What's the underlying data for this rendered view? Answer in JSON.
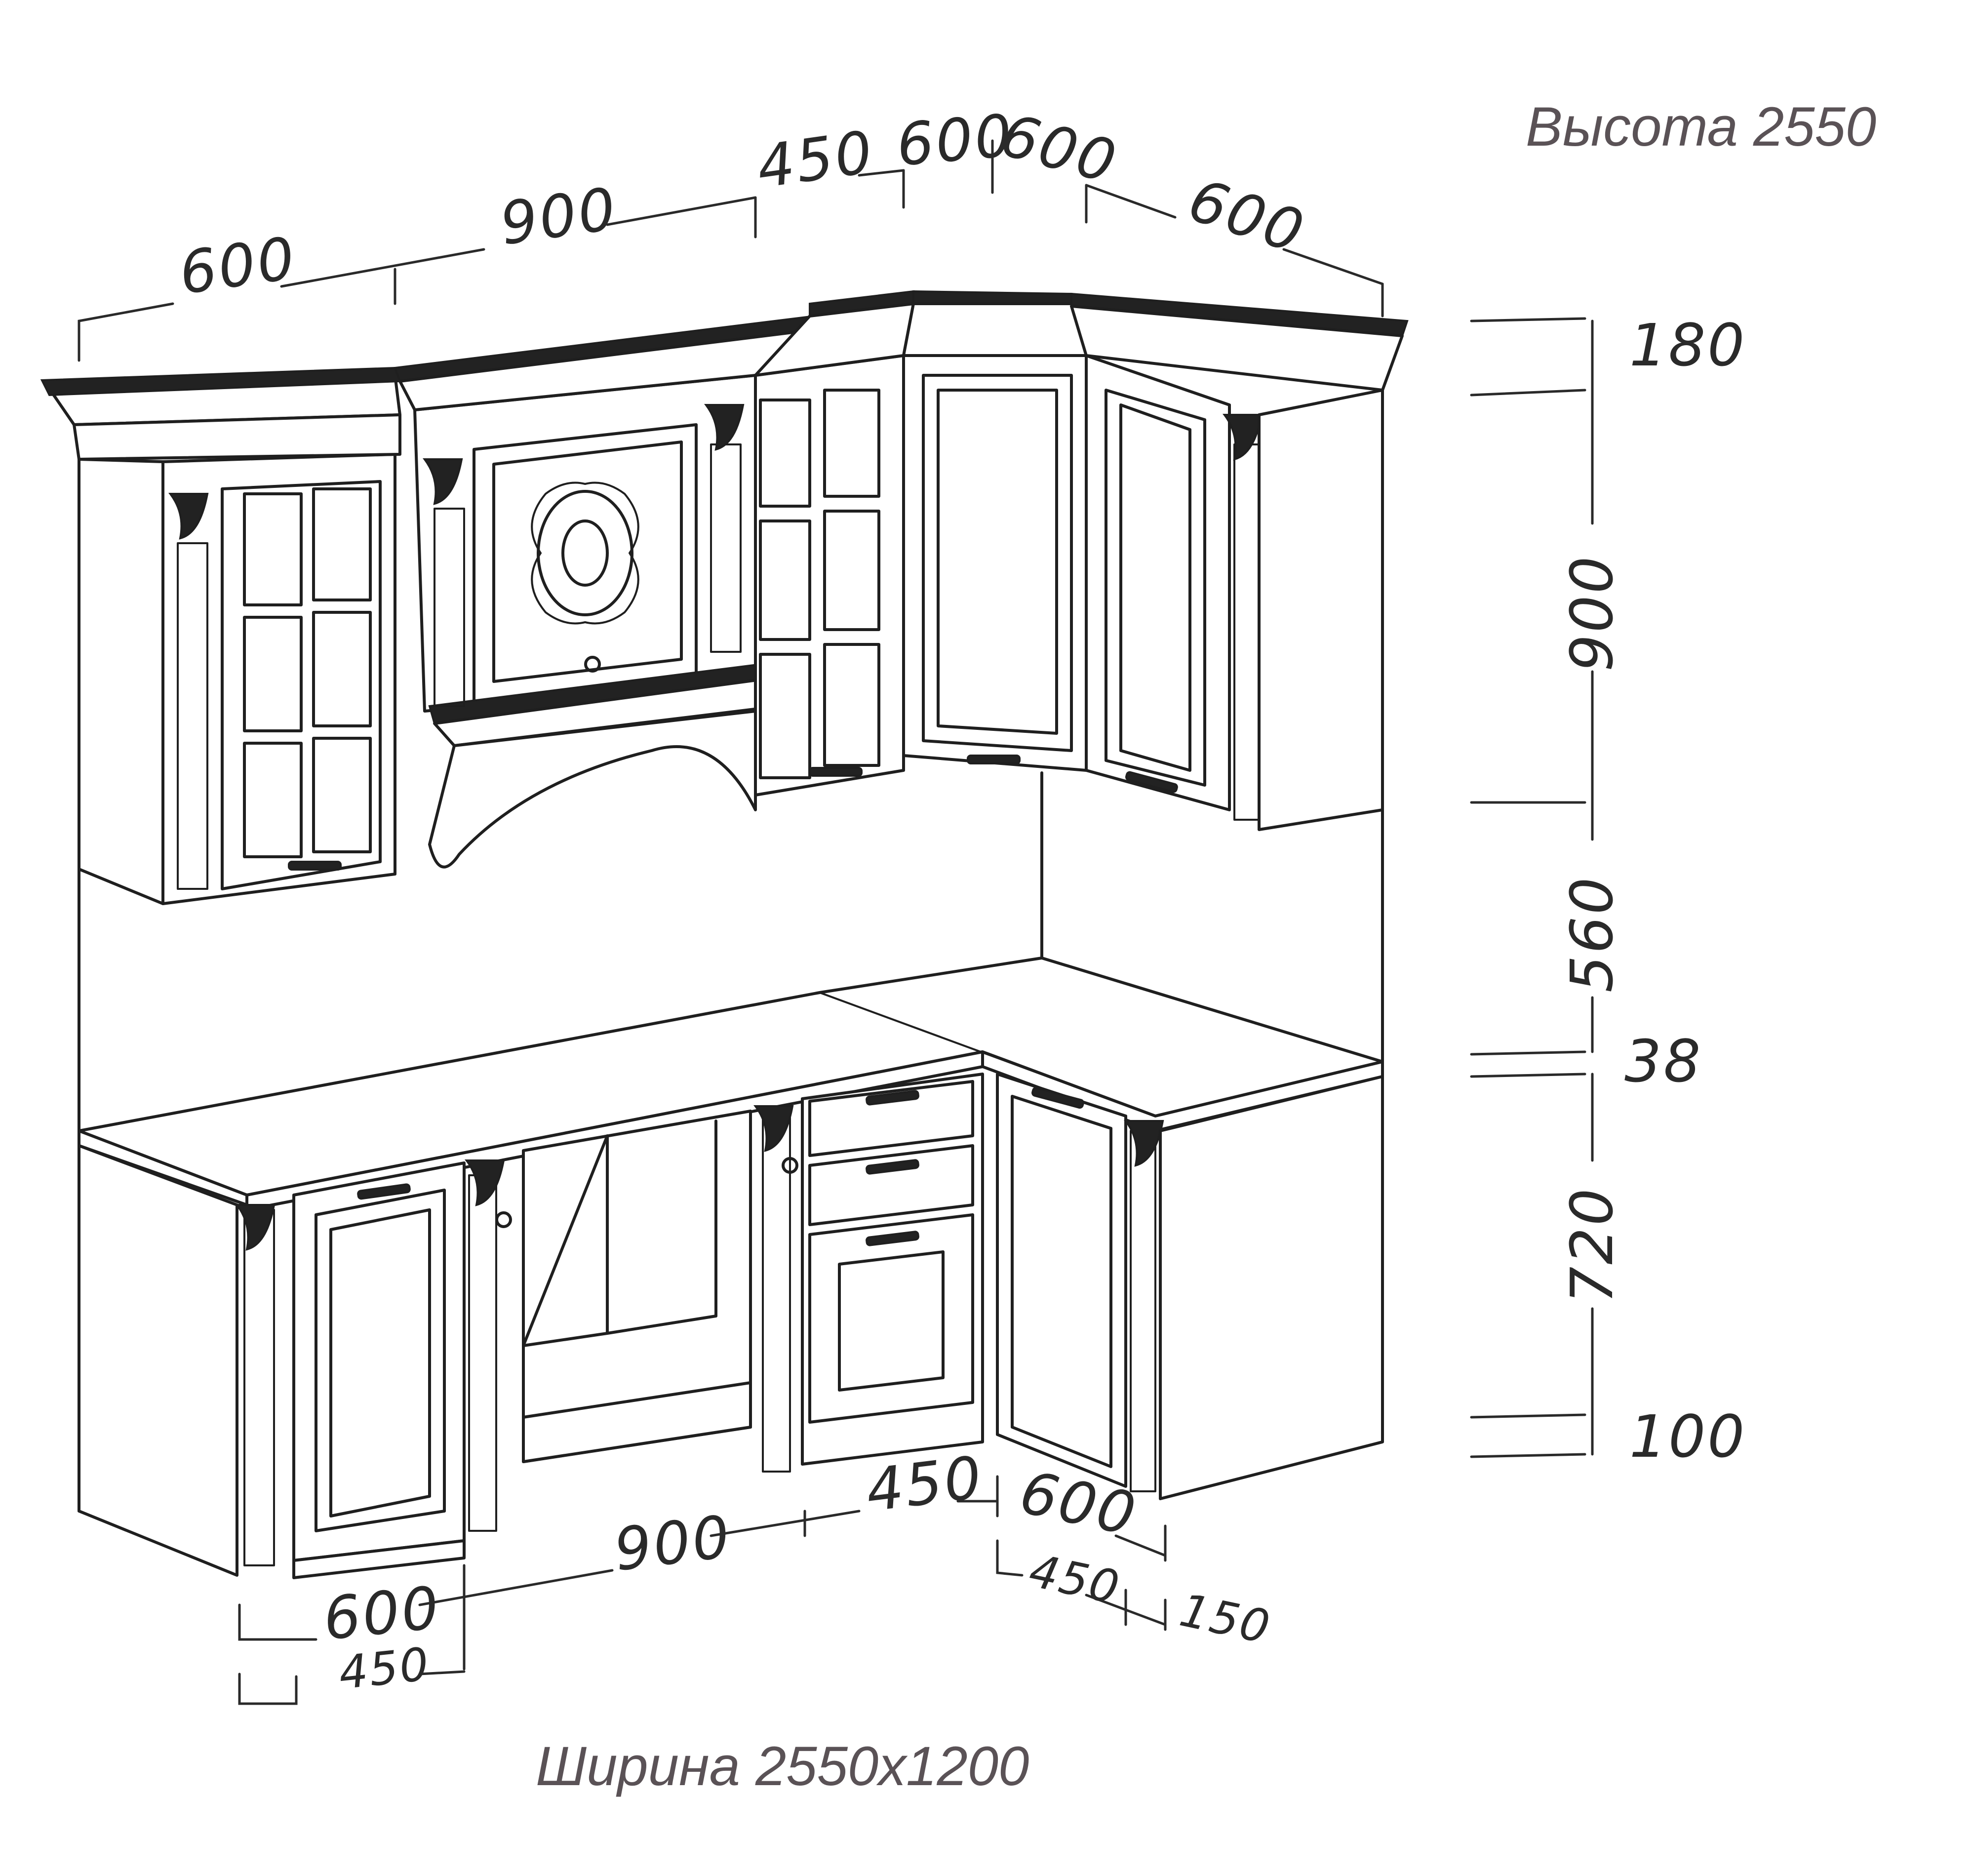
{
  "captions": {
    "height": "Высота 2550",
    "width": "Ширина 2550x1200"
  },
  "dims_top": [
    "600",
    "900",
    "450",
    "600",
    "600",
    "600"
  ],
  "dims_right": [
    "180",
    "900",
    "560",
    "38",
    "720",
    "100"
  ],
  "dims_bottom": [
    "600",
    "450",
    "900",
    "450",
    "600",
    "450",
    "150"
  ]
}
